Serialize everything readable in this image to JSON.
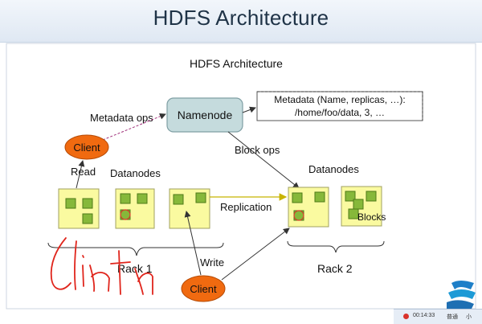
{
  "slide": {
    "title": "HDFS Architecture"
  },
  "diagram": {
    "title": "HDFS Architecture",
    "namenode": "Namenode",
    "metadata_line1": "Metadata (Name, replicas, …):",
    "metadata_line2": "/home/foo/data, 3, …",
    "metadata_ops": "Metadata ops",
    "block_ops": "Block ops",
    "client_top": "Client",
    "client_bottom": "Client",
    "read": "Read",
    "write": "Write",
    "datanodes_left": "Datanodes",
    "datanodes_right": "Datanodes",
    "replication": "Replication",
    "blocks": "Blocks",
    "rack1": "Rack 1",
    "rack2": "Rack 2"
  },
  "colors": {
    "namenode_fill": "#c5dbdd",
    "client_fill": "#f06a10",
    "datanode_fill": "#fafaa0",
    "block_fill": "#86b83a",
    "handwriting": "#e0251c"
  },
  "handwriting": {
    "text": "client"
  },
  "taskbar": {
    "time": "00:14:33",
    "item1": "普通",
    "item2": "小"
  },
  "logo": {
    "name": "logo-icon"
  }
}
